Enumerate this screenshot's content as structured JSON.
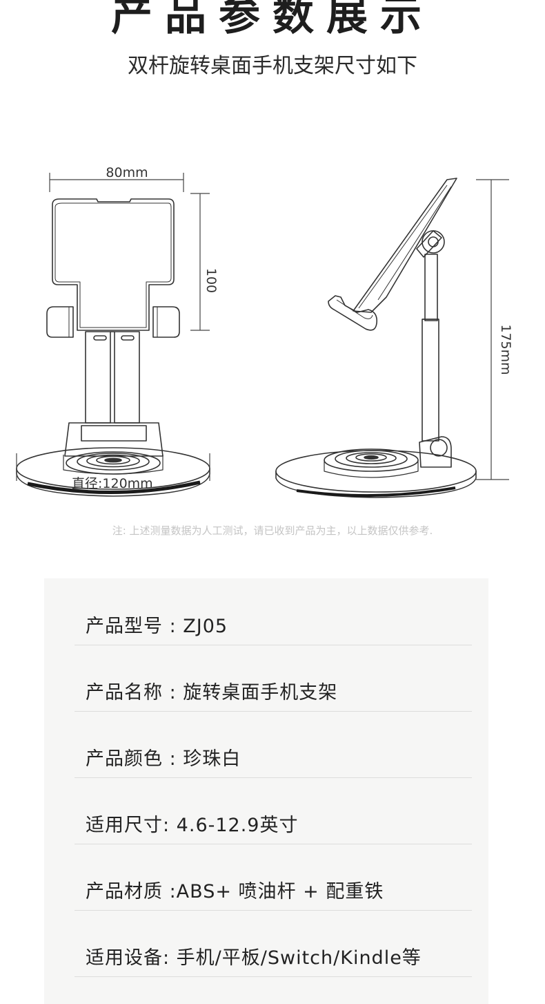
{
  "header": {
    "title": "产品参数展示",
    "subtitle": "双杆旋转桌面手机支架尺寸如下"
  },
  "dimensions": {
    "width": "80mm",
    "height_front": "100",
    "diameter": "直径:120mm",
    "height_side": "175mm"
  },
  "note": "注: 上述测量数据为人工测试，请已收到产品为主，以上数据仅供参考.",
  "specs": [
    {
      "text": "产品型号 : ZJ05"
    },
    {
      "text": "产品名称 : 旋转桌面手机支架"
    },
    {
      "text": "产品颜色 : 珍珠白"
    },
    {
      "text": "适用尺寸: 4.6-12.9英寸"
    },
    {
      "text": "产品材质 :ABS+ 喷油杆 + 配重铁"
    },
    {
      "text": "适用设备: 手机/平板/Switch/Kindle等"
    }
  ]
}
